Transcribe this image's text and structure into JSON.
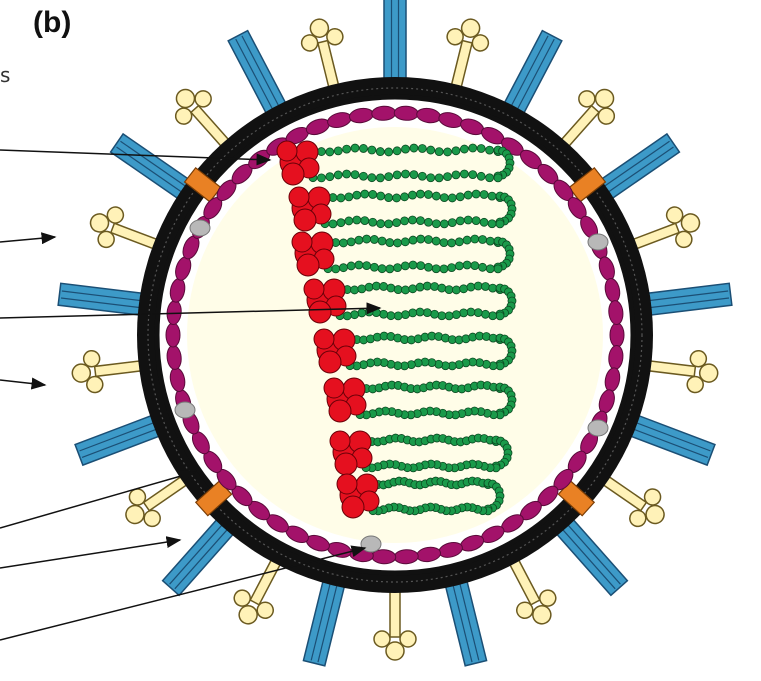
{
  "figure": {
    "panel_label": "(b)",
    "clipped_side_text": "s"
  },
  "structure": {
    "spike_count": 26,
    "knob_spike_count": 14,
    "channel_count": 4,
    "matrix_bead_count": 62,
    "rnp_segment_count": 8,
    "colors": {
      "spike_blue": "#3d9ac8",
      "spike_edge": "#1b4f75",
      "knob_cream": "#fff2b8",
      "knob_edge": "#6b5a20",
      "envelope": "#111111",
      "matrix": "#a3126a",
      "core": "#fffde8",
      "nucleoprotein": "#e5101f",
      "rna_beads": "#1a9a4a",
      "channel": "#e98124",
      "grey_protein": "#b8b8b8"
    }
  }
}
